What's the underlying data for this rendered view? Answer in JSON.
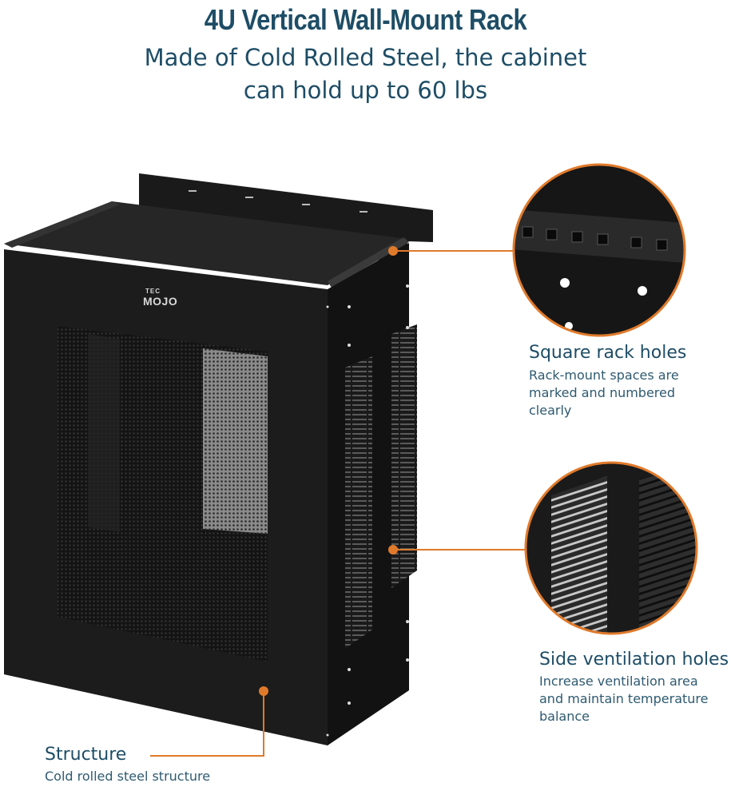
{
  "header": {
    "title": "4U Vertical Wall-Mount Rack",
    "subtitle_line1": "Made of Cold Rolled Steel, the cabinet",
    "subtitle_line2": "can hold up to 60 lbs"
  },
  "product": {
    "brand_small": "TEC",
    "brand_big": "MOJO"
  },
  "callouts": [
    {
      "title": "Square rack holes",
      "desc_lines": [
        "Rack-mount spaces are",
        "marked and numbered",
        "clearly"
      ]
    },
    {
      "title": "Side ventilation holes",
      "desc_lines": [
        "Increase ventilation area",
        "and maintain temperature",
        "balance"
      ]
    },
    {
      "title": "Structure",
      "desc_lines": [
        "Cold rolled steel structure"
      ]
    }
  ],
  "colors": {
    "accent": "#e07a2b",
    "heading": "#1e4d66",
    "body_text": "#2e5a70",
    "cabinet": "#1b1b1b"
  }
}
